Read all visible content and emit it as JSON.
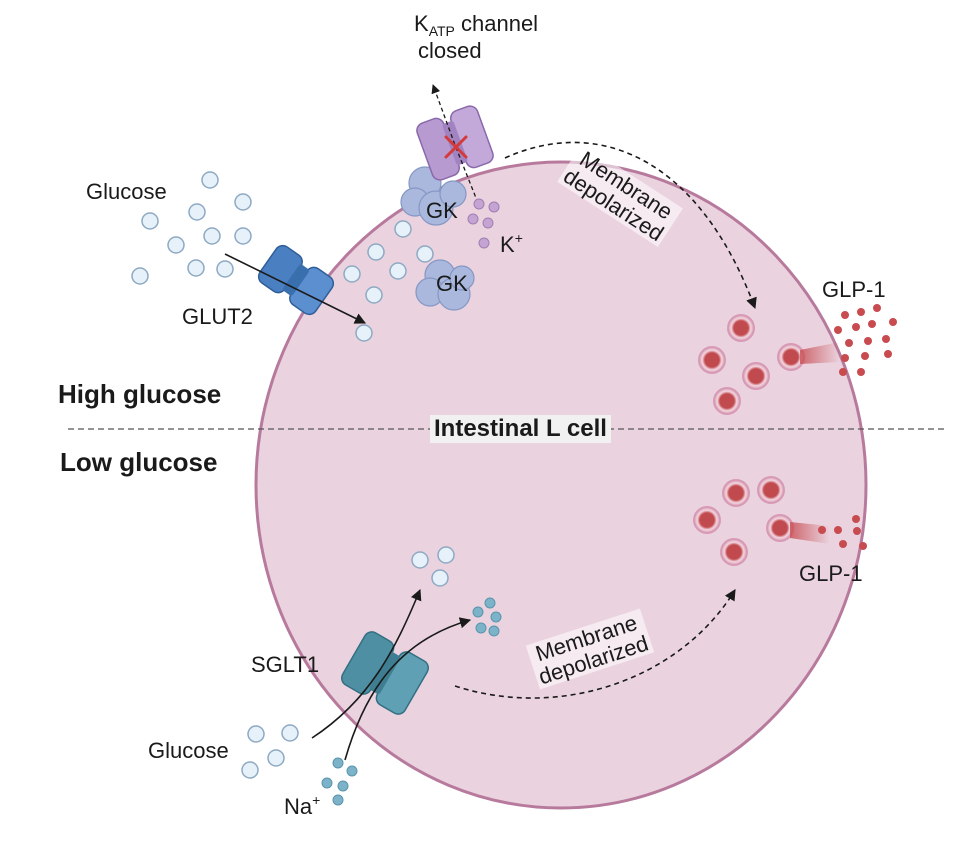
{
  "labels": {
    "katp_k": "K",
    "katp_sub": "ATP",
    "katp_rest": " channel",
    "katp_closed": "closed",
    "glucose_top": "Glucose",
    "glut2": "GLUT2",
    "gk1": "GK",
    "gk2": "GK",
    "k_ion": "K",
    "k_sup": "+",
    "membrane_top_1": "Membrane",
    "membrane_top_2": "depolarized",
    "glp1_top": "GLP-1",
    "high_glucose": "High glucose",
    "low_glucose": "Low glucose",
    "cell_name": "Intestinal L cell",
    "glp1_bottom": "GLP-1",
    "sglt1": "SGLT1",
    "membrane_bot_1": "Membrane",
    "membrane_bot_2": "depolarized",
    "glucose_bottom": "Glucose",
    "na_ion": "Na",
    "na_sup": "+"
  },
  "colors": {
    "cell_fill": "#ead3df",
    "cell_stroke": "#b77a9d",
    "glucose_fill": "#e6f1fa",
    "glucose_stroke": "#8ea9c3",
    "glut2": "#4a7fc1",
    "katp": "#b79bd0",
    "gk": "#a9b8dc",
    "k_ion": "#c5a3d2",
    "vesicle": "#c14a4f",
    "glp1": "#c74b4f",
    "sglt1": "#4f8fa3",
    "na_ion": "#7db3c9",
    "x_mark": "#d43a3a"
  },
  "icons": [
    "glucose-molecule-icon",
    "channel-icon",
    "enzyme-icon",
    "vesicle-icon",
    "ion-icon",
    "arrow-icon"
  ]
}
